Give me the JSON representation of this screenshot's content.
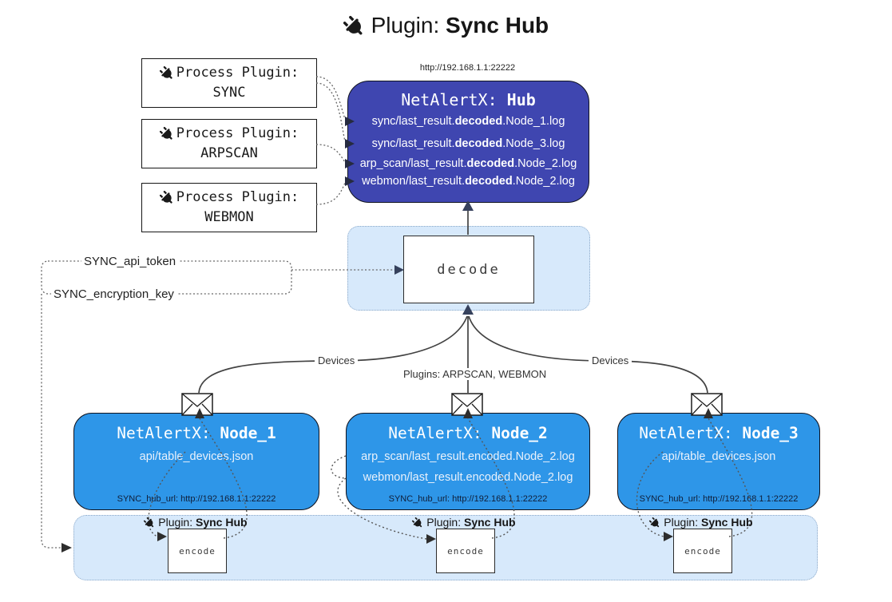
{
  "title": {
    "icon": "plug-icon",
    "prefix": "Plugin: ",
    "name": "Sync Hub"
  },
  "colors": {
    "hub_bg": "#3f46b0",
    "node_bg": "#2e96e8",
    "panel_bg": "#d7e9fb",
    "panel_border": "#8ba8c8",
    "line": "#444444",
    "text_light": "#ffffff"
  },
  "process_plugins": [
    {
      "label": "Process Plugin:",
      "name": "SYNC"
    },
    {
      "label": "Process Plugin:",
      "name": "ARPSCAN"
    },
    {
      "label": "Process Plugin:",
      "name": "WEBMON"
    }
  ],
  "hub": {
    "url": "http://192.168.1.1:22222",
    "title_prefix": "NetAlertX: ",
    "title_name": "Hub",
    "lines": [
      {
        "pre": "sync/last_result.",
        "bold": "decoded",
        "post": ".Node_1.log"
      },
      {
        "pre": "sync/last_result.",
        "bold": "decoded",
        "post": ".Node_3.log"
      },
      {
        "pre": "arp_scan/last_result.",
        "bold": "decoded",
        "post": ".Node_2.log"
      },
      {
        "pre": "webmon/last_result.",
        "bold": "decoded",
        "post": ".Node_2.log"
      }
    ]
  },
  "decode_box": {
    "label": "decode"
  },
  "link_labels": {
    "api_token": "SYNC_api_token",
    "encryption_key": "SYNC_encryption_key",
    "devices_left": "Devices",
    "devices_right": "Devices",
    "plugins_center": "Plugins: ARPSCAN, WEBMON"
  },
  "nodes": [
    {
      "title_prefix": "NetAlertX: ",
      "title_name": "Node_1",
      "lines": [
        "api/table_devices.json"
      ],
      "hub_url": "SYNC_hub_url: http://192.168.1.1:22222"
    },
    {
      "title_prefix": "NetAlertX: ",
      "title_name": "Node_2",
      "lines": [
        "arp_scan/last_result.encoded.Node_2.log",
        "webmon/last_result.encoded.Node_2.log"
      ],
      "hub_url": "SYNC_hub_url: http://192.168.1.1:22222"
    },
    {
      "title_prefix": "NetAlertX: ",
      "title_name": "Node_3",
      "lines": [
        "api/table_devices.json"
      ],
      "hub_url": "SYNC_hub_url: http://192.168.1.1:22222"
    }
  ],
  "encode_band": {
    "plugin_prefix": "Plugin: ",
    "plugin_name": "Sync Hub",
    "encode_label": "encode"
  }
}
